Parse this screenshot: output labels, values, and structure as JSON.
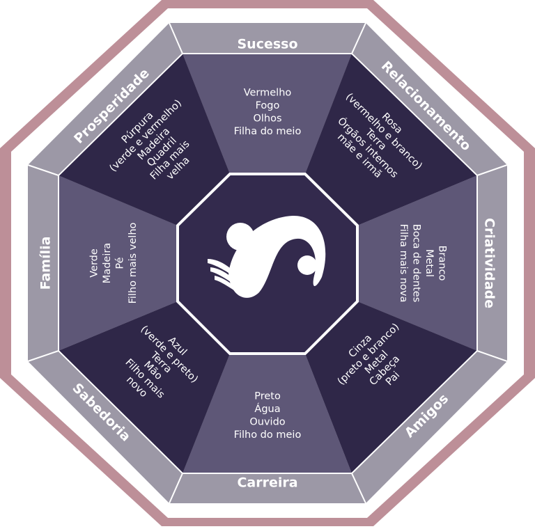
{
  "colors": {
    "outer_border": "#bd8f98",
    "ring": "#9c98a6",
    "ring_inner_edge": "#ffffff",
    "sector_dark": "#2f2748",
    "sector_mid": "#5e5777",
    "center": "#332a4d",
    "text": "#ffffff"
  },
  "center_icon": "swirl-yin-yang-logo-icon",
  "zones": [
    {
      "id": "sucesso",
      "title": "Sucesso",
      "lines": [
        "Vermelho",
        "Fogo",
        "Olhos",
        "Filha do meio"
      ]
    },
    {
      "id": "relacionamento",
      "title": "Relacionamento",
      "lines": [
        "Rosa",
        "(vermelho e branco)",
        "Terra",
        "Órgãos internos",
        "mãe e irmã"
      ]
    },
    {
      "id": "criatividade",
      "title": "Criatividade",
      "lines": [
        "Branco",
        "Metal",
        "Boca de dentes",
        "Filha mais nova"
      ]
    },
    {
      "id": "amigos",
      "title": "Amigos",
      "lines": [
        "Cinza",
        "(preto e branco)",
        "Metal",
        "Cabeça",
        "Pai"
      ]
    },
    {
      "id": "carreira",
      "title": "Carreira",
      "lines": [
        "Preto",
        "Água",
        "Ouvido",
        "Filho do meio"
      ]
    },
    {
      "id": "sabedoria",
      "title": "Sabedoria",
      "lines": [
        "Azul",
        "(verde e preto)",
        "Terra",
        "Mão",
        "Filho mais",
        "novo"
      ]
    },
    {
      "id": "familia",
      "title": "Família",
      "lines": [
        "Verde",
        "Madeira",
        "Pé",
        "Filho mais velho"
      ]
    },
    {
      "id": "prosperidade",
      "title": "Prosperidade",
      "lines": [
        "Púrpura",
        "(verde e vermelho)",
        "Madeira",
        "Quadril",
        "Filha mais",
        "velha"
      ]
    }
  ]
}
